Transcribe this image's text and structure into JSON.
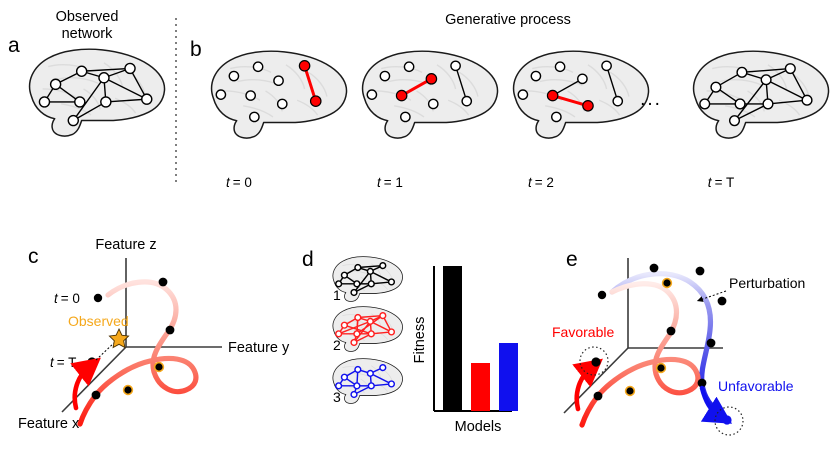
{
  "figure": {
    "panels": {
      "a": {
        "letter": "a",
        "title_line1": "Observed",
        "title_line2": "network"
      },
      "b": {
        "letter": "b",
        "title": "Generative process",
        "timepoints": [
          {
            "label_var": "t",
            "label_eq": "= 0"
          },
          {
            "label_var": "t",
            "label_eq": "= 1"
          },
          {
            "label_var": "t",
            "label_eq": "= 2"
          },
          {
            "label_var": "t",
            "label_eq": "= T"
          }
        ],
        "ellipsis": "..."
      },
      "c": {
        "letter": "c",
        "axis_z": "Feature z",
        "axis_y": "Feature y",
        "axis_x": "Feature x",
        "start_var": "t",
        "start_eq": "= 0",
        "end_var": "t",
        "end_eq": "= T",
        "observed_label": "Observed"
      },
      "d": {
        "letter": "d",
        "model_labels": [
          "1",
          "2",
          "3"
        ],
        "ylabel": "Fitness",
        "xlabel": "Models"
      },
      "e": {
        "letter": "e",
        "perturbation_label": "Perturbation",
        "favorable_label": "Favorable",
        "unfavorable_label": "Unfavorable"
      }
    },
    "colors": {
      "red": "#FF0000",
      "blue": "#1010EE",
      "orange": "#F5A81C",
      "black": "#000000",
      "brain_fill": "#EDEDED"
    }
  },
  "chart_data": {
    "type": "bar",
    "title": "",
    "categories": [
      "1",
      "2",
      "3"
    ],
    "values": [
      100,
      33,
      47
    ],
    "bar_colors": [
      "#000000",
      "#FF0000",
      "#1010EE"
    ],
    "xlabel": "Models",
    "ylabel": "Fitness",
    "ylim": [
      0,
      115
    ],
    "grid": false,
    "tick_labels": []
  }
}
